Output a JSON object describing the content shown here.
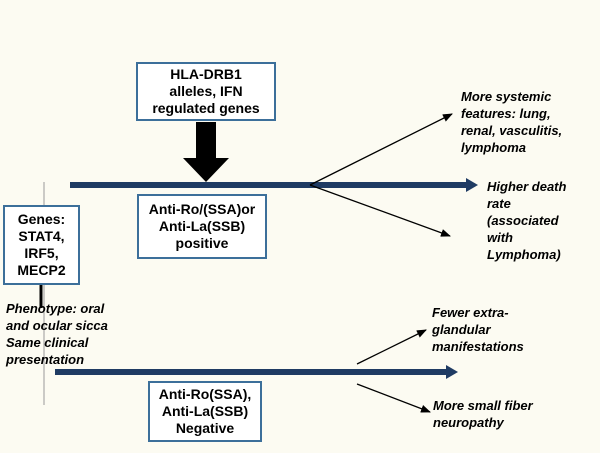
{
  "boxes": {
    "hla": "HLA-DRB1\nalleles, IFN\nregulated genes",
    "genes": "Genes:\nSTAT4,\nIRF5,\nMECP2",
    "positive": "Anti-Ro/(SSA)or\nAnti-La(SSB)\npositive",
    "negative": "Anti-Ro(SSA),\nAnti-La(SSB)\nNegative"
  },
  "notes": {
    "phenotype": "Phenotype: oral\nand ocular sicca\nSame clinical\npresentation",
    "systemic": "More systemic\nfeatures: lung,\nrenal, vasculitis,\nlymphoma",
    "death": "Higher death\nrate\n(associated\nwith\nLymphoma)",
    "fewer": "Fewer extra-\nglandular\nmanifestations",
    "neuropathy": "More small fiber\nneuropathy"
  },
  "colors": {
    "arrow_fill": "#1f3b63",
    "box_border": "#3c6f9a",
    "background": "#fcfbf2"
  }
}
